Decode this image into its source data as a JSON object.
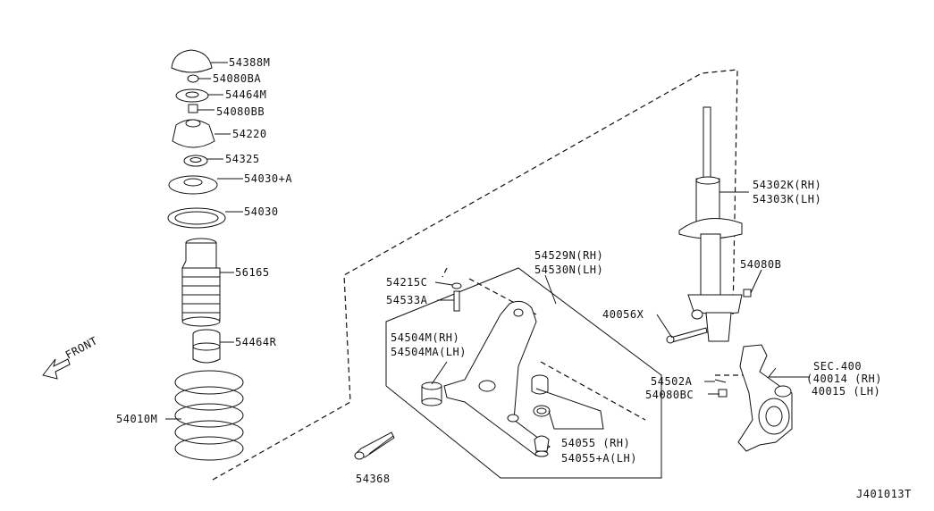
{
  "diagram": {
    "code": "J401013T",
    "front_label": "FRONT",
    "labels": {
      "p54388M": "54388M",
      "p54080BA": "54080BA",
      "p54464M": "54464M",
      "p54080BB": "54080BB",
      "p54220": "54220",
      "p54325": "54325",
      "p54030A": "54030+A",
      "p54030": "54030",
      "p56165": "56165",
      "p54464R": "54464R",
      "p54010M": "54010M",
      "p54529N": "54529N(RH)",
      "p54530N": "54530N(LH)",
      "p54215C": "54215C",
      "p54533A": "54533A",
      "p54504M": "54504M(RH)",
      "p54504MA": "54504MA(LH)",
      "p54368": "54368",
      "p54055": "54055 (RH)",
      "p54055A": "54055+A(LH)",
      "p54302K": "54302K(RH)",
      "p54303K": "54303K(LH)",
      "p54080B": "54080B",
      "p40056X": "40056X",
      "p54502A": "54502A",
      "p54080BC": "54080BC",
      "sec400": "SEC.400",
      "p40014": "(40014 (RH)",
      "p40015": "40015 (LH)"
    }
  }
}
